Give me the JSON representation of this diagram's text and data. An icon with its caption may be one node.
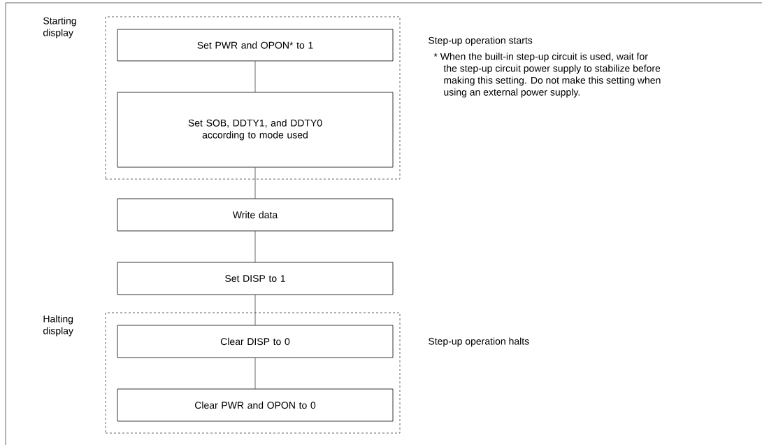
{
  "diagram": {
    "nodes": [
      {
        "text": [
          "Starting display"
        ]
      },
      {
        "text": [
          "Set PWR and OPON* to 1"
        ],
        "in": 0
      },
      {
        "text": [
          "Set SOB, DDTY1, and DDTY0 according to mode used"
        ],
        "in": 0
      },
      {
        "text": [
          "Write data"
        ]
      },
      {
        "text": [
          "Set DISP to 1"
        ]
      },
      {
        "text": [
          "Halting display"
        ]
      },
      {
        "text": [
          "Clear DISP to 0"
        ],
        "in": 5
      },
      {
        "text": [
          "Clear PWR and OPON to 0"
        ],
        "in": 5
      }
    ],
    "edges": [
      {
        "from": 1,
        "to": 2,
        "arrow": "none"
      },
      {
        "from": 2,
        "to": 3,
        "arrow": "none"
      },
      {
        "from": 3,
        "to": 4,
        "arrow": "none"
      },
      {
        "from": 4,
        "to": 6,
        "arrow": "none"
      },
      {
        "from": 6,
        "to": 7,
        "arrow": "none"
      }
    ],
    "labels": [
      "Step-up operation starts",
      "* When the built-in step-up circuit is used, wait for the step-up circuit power supply to stabilize before making this setting. Do not make this setting when using an external power supply.",
      "Step-up operation halts"
    ]
  }
}
